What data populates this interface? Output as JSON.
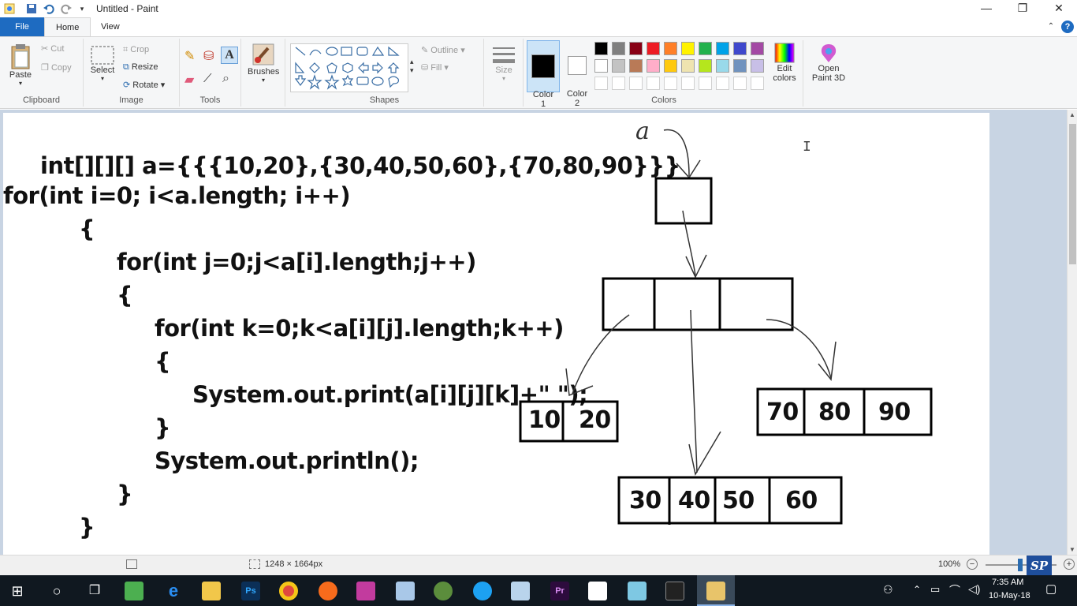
{
  "window": {
    "title": "Untitled - Paint",
    "minimize": "—",
    "restore": "❐",
    "close": "✕"
  },
  "tabs": {
    "file": "File",
    "home": "Home",
    "view": "View"
  },
  "ribbon": {
    "clipboard": {
      "label": "Clipboard",
      "paste": "Paste",
      "cut": "Cut",
      "copy": "Copy"
    },
    "image": {
      "label": "Image",
      "select": "Select",
      "crop": "Crop",
      "resize": "Resize",
      "rotate": "Rotate"
    },
    "tools": {
      "label": "Tools"
    },
    "brushes": {
      "label": "Brushes"
    },
    "shapes": {
      "label": "Shapes",
      "outline": "Outline",
      "fill": "Fill"
    },
    "size": {
      "label": "Size"
    },
    "color1": {
      "label": "Color\n1"
    },
    "color2": {
      "label": "Color\n2"
    },
    "colors": {
      "label": "Colors",
      "edit": "Edit colors"
    },
    "paint3d": {
      "label": "Open Paint 3D"
    },
    "palette_row1": [
      "#000000",
      "#7f7f7f",
      "#880015",
      "#ed1c24",
      "#ff7f27",
      "#fff200",
      "#22b14c",
      "#00a2e8",
      "#3f48cc",
      "#a349a4"
    ],
    "palette_row2": [
      "#ffffff",
      "#c3c3c3",
      "#b97a57",
      "#ffaec9",
      "#ffc90e",
      "#efe4b0",
      "#b5e61d",
      "#99d9ea",
      "#7092be",
      "#c8bfe7"
    ]
  },
  "canvas": {
    "code_lines": [
      "int[][][] a={{{10,20},{30,40,50,60},{70,80,90}}}",
      "for(int i=0; i<a.length; i++)",
      "{",
      "for(int j=0;j<a[i].length;j++)",
      "{",
      "for(int k=0;k<a[i][j].length;k++)",
      "{",
      "System.out.print(a[i][j][k]+\" \");",
      "}",
      "System.out.println();",
      "}",
      "}"
    ],
    "var_label": "a",
    "arr1": [
      "10",
      "20"
    ],
    "arr2": [
      "30",
      "40",
      "50",
      "60"
    ],
    "arr3": [
      "70",
      "80",
      "90"
    ]
  },
  "status": {
    "dimensions": "1248 × 1664px",
    "zoom": "100%"
  },
  "tray": {
    "time": "7:35 AM",
    "date": "10-May-18"
  }
}
